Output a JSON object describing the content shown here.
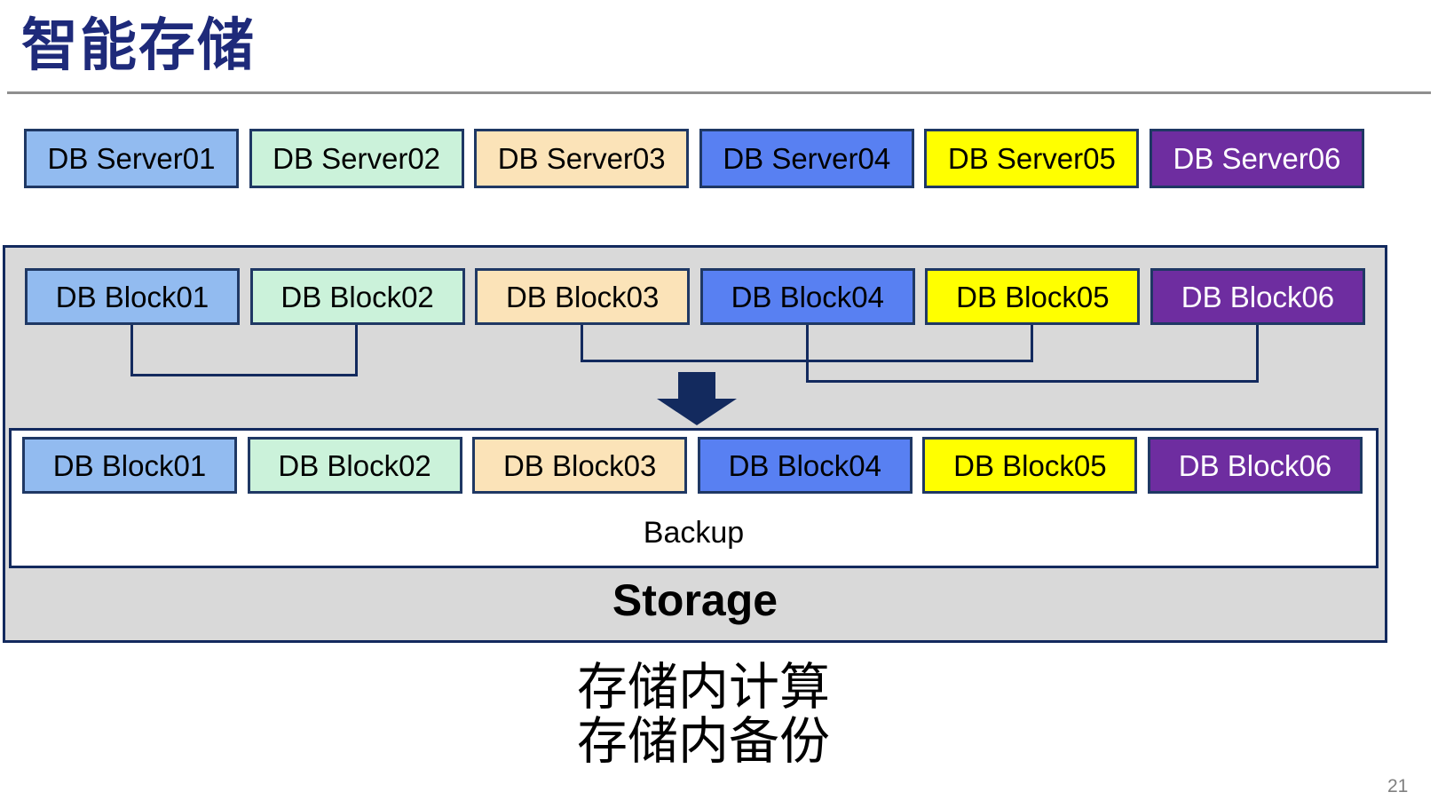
{
  "title": "智能存储",
  "servers": [
    {
      "label": "DB Server01",
      "fill": "#92BBF0",
      "text_color": "#000000"
    },
    {
      "label": "DB Server02",
      "fill": "#CBF2DA",
      "text_color": "#000000"
    },
    {
      "label": "DB Server03",
      "fill": "#FBE3B8",
      "text_color": "#000000"
    },
    {
      "label": "DB Server04",
      "fill": "#5880F2",
      "text_color": "#000000"
    },
    {
      "label": "DB Server05",
      "fill": "#FFFF00",
      "text_color": "#000000"
    },
    {
      "label": "DB Server06",
      "fill": "#6E2DA0",
      "text_color": "#FFFFFF"
    }
  ],
  "blocks": [
    {
      "label": "DB Block01",
      "fill": "#92BBF0",
      "text_color": "#000000"
    },
    {
      "label": "DB Block02",
      "fill": "#CBF2DA",
      "text_color": "#000000"
    },
    {
      "label": "DB Block03",
      "fill": "#FBE3B8",
      "text_color": "#000000"
    },
    {
      "label": "DB Block04",
      "fill": "#5880F2",
      "text_color": "#000000"
    },
    {
      "label": "DB Block05",
      "fill": "#FFFF00",
      "text_color": "#000000"
    },
    {
      "label": "DB Block06",
      "fill": "#6E2DA0",
      "text_color": "#FFFFFF"
    }
  ],
  "storage": {
    "backup_label": "Backup",
    "storage_label": "Storage"
  },
  "caption": {
    "line1": "存储内计算",
    "line2": "存储内备份"
  },
  "page_number": "21",
  "colors": {
    "title": "#1E2A7A",
    "line": "#132A5E",
    "block_border": "#1F3864",
    "container_fill": "#D9D9D9",
    "divider": "#8F8F8F",
    "page_number": "#808080"
  }
}
